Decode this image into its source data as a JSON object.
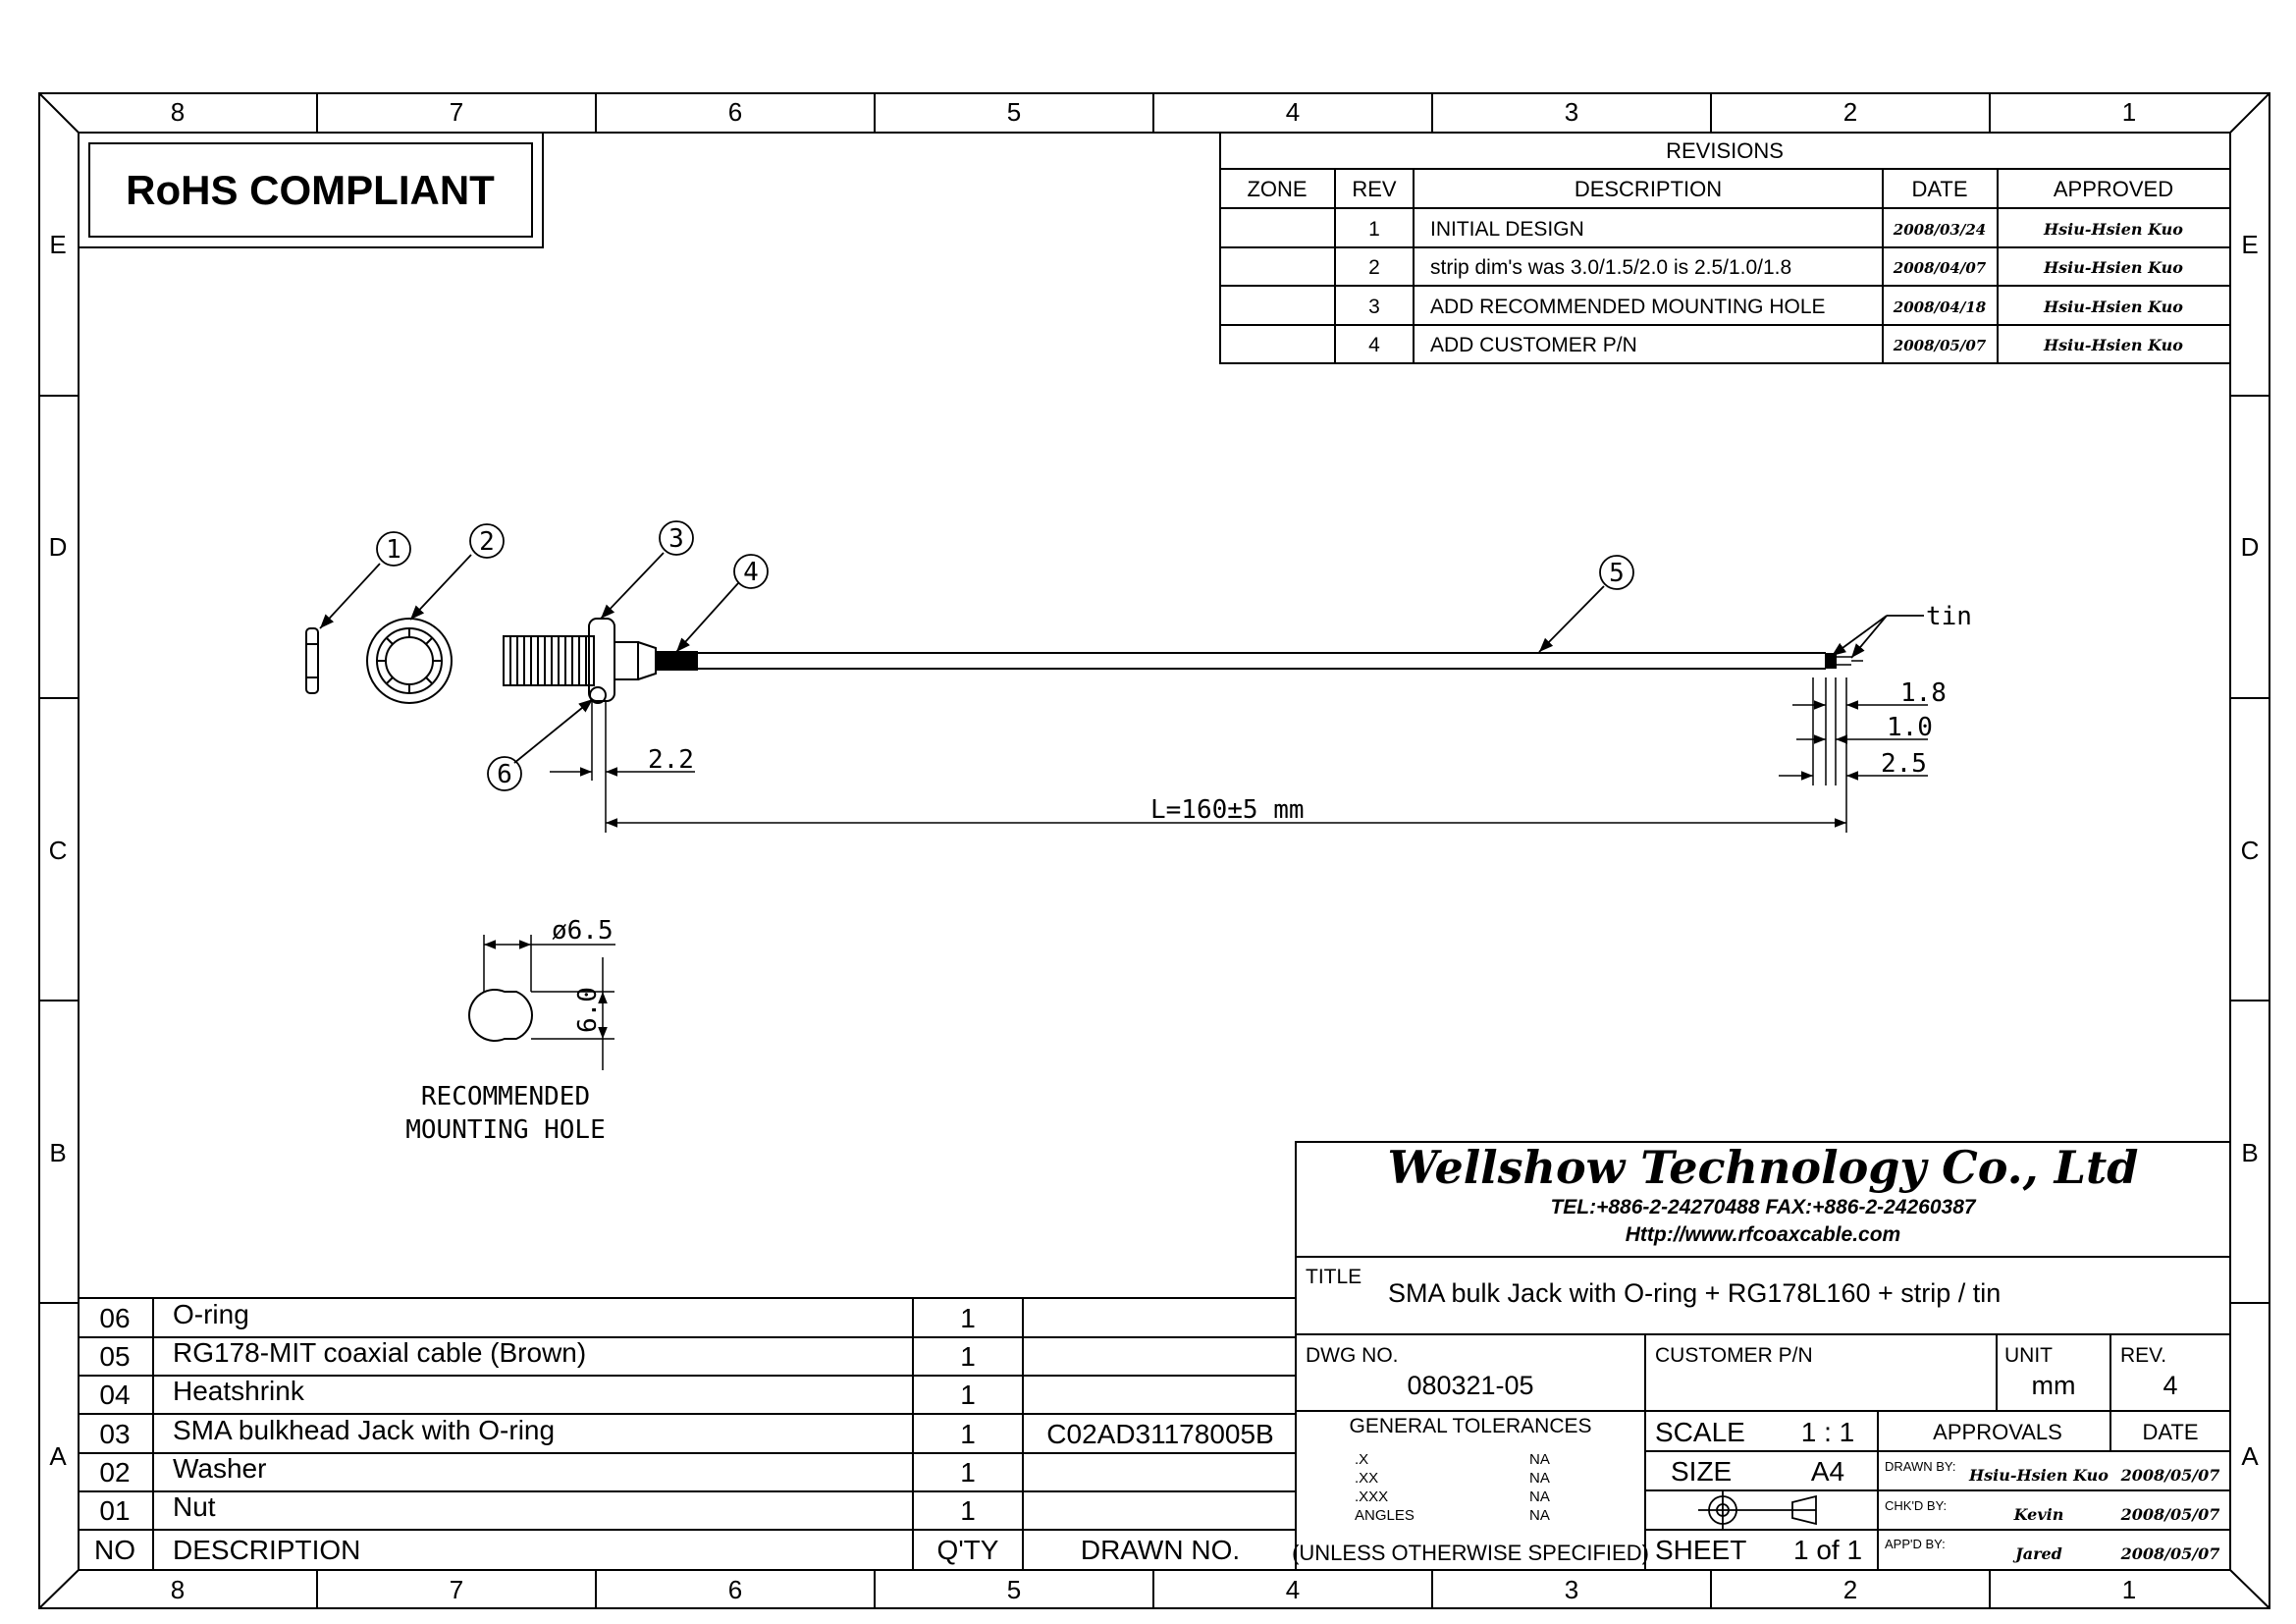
{
  "frame": {
    "columns_top": [
      "8",
      "7",
      "6",
      "5",
      "4",
      "3",
      "2",
      "1"
    ],
    "columns_bottom": [
      "8",
      "7",
      "6",
      "5",
      "4",
      "3",
      "2",
      "1"
    ],
    "rows": [
      "E",
      "D",
      "C",
      "B",
      "A"
    ]
  },
  "rohs": "RoHS COMPLIANT",
  "revisions": {
    "title": "REVISIONS",
    "headers": [
      "ZONE",
      "REV",
      "DESCRIPTION",
      "DATE",
      "APPROVED"
    ],
    "rows": [
      {
        "zone": "",
        "rev": "1",
        "description": "INITIAL DESIGN",
        "date": "2008/03/24",
        "approved": "Hsiu-Hsien Kuo"
      },
      {
        "zone": "",
        "rev": "2",
        "description": "strip dim's was 3.0/1.5/2.0 is 2.5/1.0/1.8",
        "date": "2008/04/07",
        "approved": "Hsiu-Hsien Kuo"
      },
      {
        "zone": "",
        "rev": "3",
        "description": "ADD RECOMMENDED MOUNTING HOLE",
        "date": "2008/04/18",
        "approved": "Hsiu-Hsien Kuo"
      },
      {
        "zone": "",
        "rev": "4",
        "description": "ADD CUSTOMER P/N",
        "date": "2008/05/07",
        "approved": "Hsiu-Hsien Kuo"
      }
    ]
  },
  "drawing": {
    "balloons": [
      "1",
      "2",
      "3",
      "4",
      "5",
      "6"
    ],
    "tin_label": "tin",
    "dim_2_2": "2.2",
    "dim_length": "L=160±5  mm",
    "dim_1_8": "1.8",
    "dim_1_0": "1.0",
    "dim_2_5": "2.5",
    "dim_diameter": "ø6.5",
    "dim_6_0": "6.0",
    "mount_line1": "RECOMMENDED",
    "mount_line2": "MOUNTING HOLE"
  },
  "bom": {
    "headers": {
      "no": "NO",
      "description": "DESCRIPTION",
      "qty": "Q'TY",
      "drawn_no": "DRAWN NO."
    },
    "rows": [
      {
        "no": "06",
        "description": "O-ring",
        "qty": "1",
        "drawn_no": ""
      },
      {
        "no": "05",
        "description": "RG178-MIT coaxial cable (Brown)",
        "qty": "1",
        "drawn_no": ""
      },
      {
        "no": "04",
        "description": "Heatshrink",
        "qty": "1",
        "drawn_no": ""
      },
      {
        "no": "03",
        "description": "SMA bulkhead Jack with O-ring",
        "qty": "1",
        "drawn_no": "C02AD31178005B"
      },
      {
        "no": "02",
        "description": "Washer",
        "qty": "1",
        "drawn_no": ""
      },
      {
        "no": "01",
        "description": "Nut",
        "qty": "1",
        "drawn_no": ""
      }
    ]
  },
  "title_block": {
    "company": "Wellshow Technology Co., Ltd",
    "contact": "TEL:+886-2-24270488   FAX:+886-2-24260387",
    "website": "Http://www.rfcoaxcable.com",
    "title_label": "TITLE",
    "title": "SMA bulk Jack with O-ring + RG178L160 + strip / tin",
    "dwg_no_label": "DWG NO.",
    "dwg_no": "080321-05",
    "customer_pn_label": "CUSTOMER P/N",
    "customer_pn": "",
    "unit_label": "UNIT",
    "unit": "mm",
    "rev_label": "REV.",
    "rev": "4",
    "tolerances_label": "GENERAL TOLERANCES",
    "tolerances": [
      {
        "k": ".X",
        "v": "NA"
      },
      {
        "k": ".XX",
        "v": "NA"
      },
      {
        "k": ".XXX",
        "v": "NA"
      },
      {
        "k": "ANGLES",
        "v": "NA"
      }
    ],
    "unless": "(UNLESS OTHERWISE SPECIFIED)",
    "scale_label": "SCALE",
    "scale": "1 : 1",
    "size_label": "SIZE",
    "size": "A4",
    "sheet_label": "SHEET",
    "sheet": "1 of 1",
    "approvals_label": "APPROVALS",
    "date_label": "DATE",
    "drawn_by_label": "DRAWN BY:",
    "drawn_by": "Hsiu-Hsien Kuo",
    "drawn_date": "2008/05/07",
    "chkd_by_label": "CHK'D BY:",
    "chkd_by": "Kevin",
    "chkd_date": "2008/05/07",
    "appd_by_label": "APP'D BY:",
    "appd_by": "Jared",
    "appd_date": "2008/05/07"
  }
}
